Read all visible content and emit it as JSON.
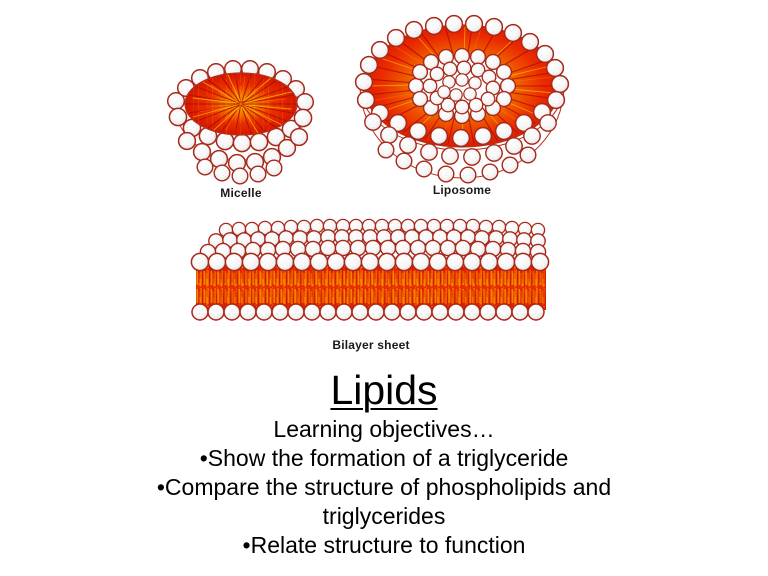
{
  "slide": {
    "title": "Lipids",
    "objectives_intro": "Learning objectives…",
    "objectives": [
      "Show the formation of a triglyceride",
      "Compare the structure of phospholipids and triglycerides",
      "Relate structure to function"
    ],
    "bullet_char": "•"
  },
  "diagram": {
    "figures": [
      {
        "name": "micelle",
        "label": "Micelle"
      },
      {
        "name": "liposome",
        "label": "Liposome"
      },
      {
        "name": "bilayer",
        "label": "Bilayer sheet"
      }
    ],
    "colors": {
      "background": "#ffffff",
      "head_fill": "#fbfbfb",
      "head_outline": "#a8281a",
      "tail_red": "#e01b00",
      "tail_orange": "#f26a00",
      "tail_yellow": "#ffd400",
      "label_text": "#1a1a1a"
    }
  }
}
